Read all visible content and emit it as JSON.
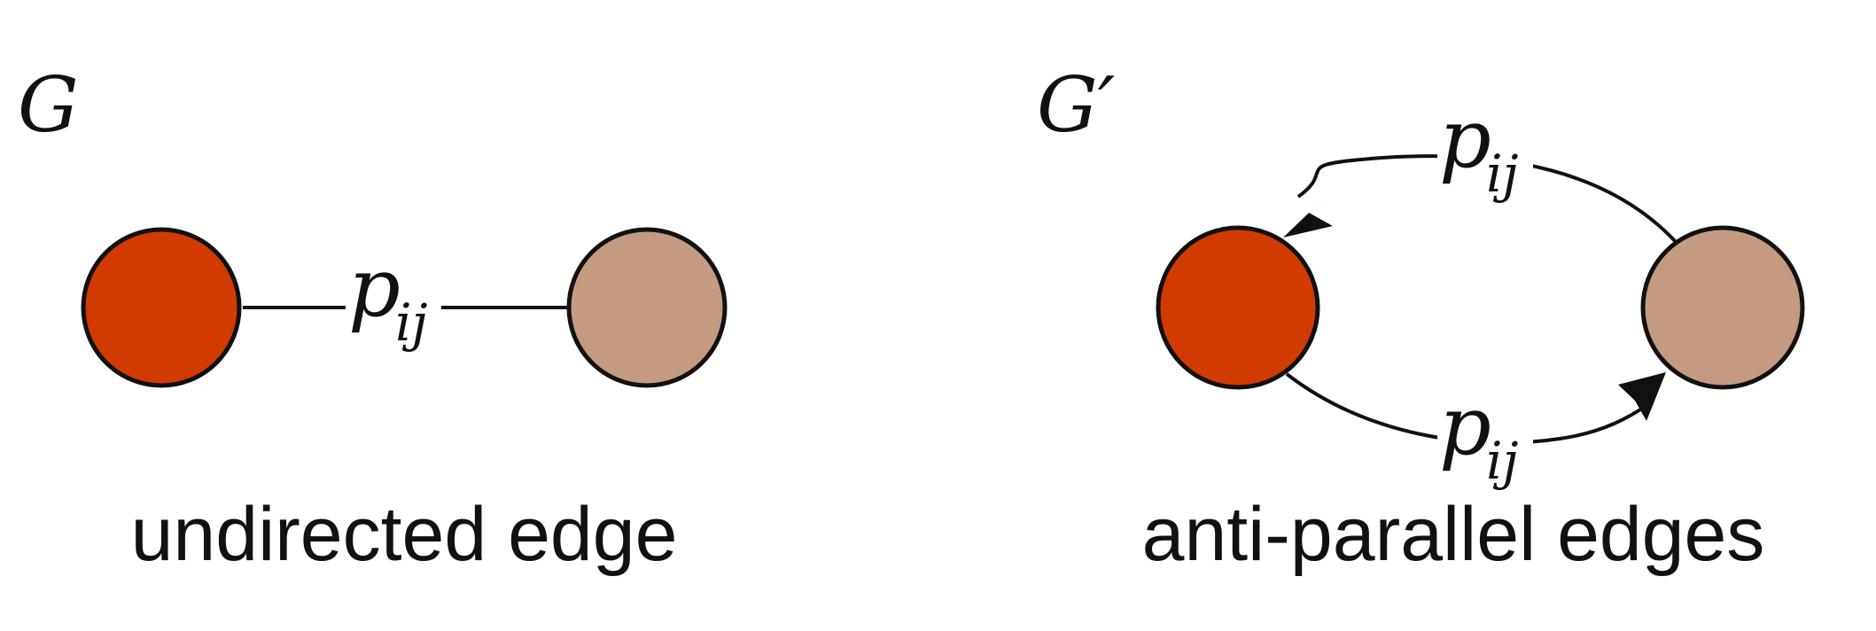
{
  "left_panel": {
    "graph_name": "G",
    "edge_label": {
      "base": "p",
      "subscript": "ij"
    },
    "caption": "undirected edge"
  },
  "right_panel": {
    "graph_name": "G′",
    "top_edge_label": {
      "base": "p",
      "subscript": "ij"
    },
    "bottom_edge_label": {
      "base": "p",
      "subscript": "ij"
    },
    "caption": "anti-parallel edges"
  },
  "colors": {
    "node_i": "#d13b00",
    "node_j": "#c49b80",
    "stroke": "#111111"
  }
}
